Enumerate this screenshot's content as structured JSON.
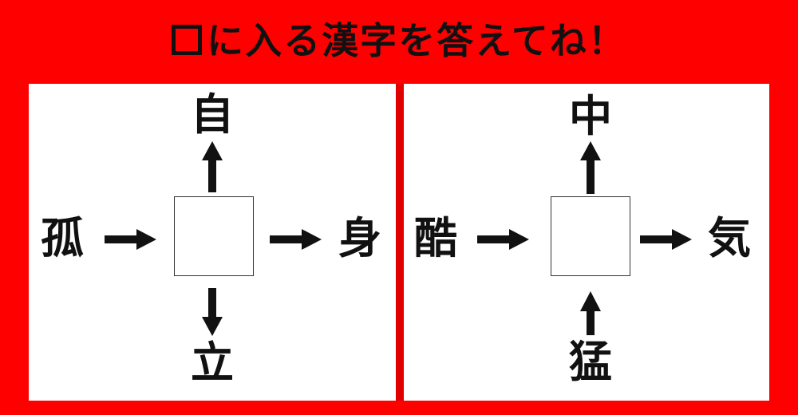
{
  "title": {
    "text": "に入る漢字を答えてね！",
    "blank_icon": "blank-square-icon"
  },
  "puzzles": [
    {
      "top": "自",
      "left": "孤",
      "right": "身",
      "bottom": "立",
      "arrows": {
        "top": "out",
        "left": "in",
        "right": "out",
        "bottom": "out"
      }
    },
    {
      "top": "中",
      "left": "酷",
      "right": "気",
      "bottom": "猛",
      "arrows": {
        "top": "out",
        "left": "in",
        "right": "out",
        "bottom": "in"
      }
    }
  ],
  "colors": {
    "background": "#ff0000",
    "panel": "#ffffff",
    "text": "#111111"
  }
}
